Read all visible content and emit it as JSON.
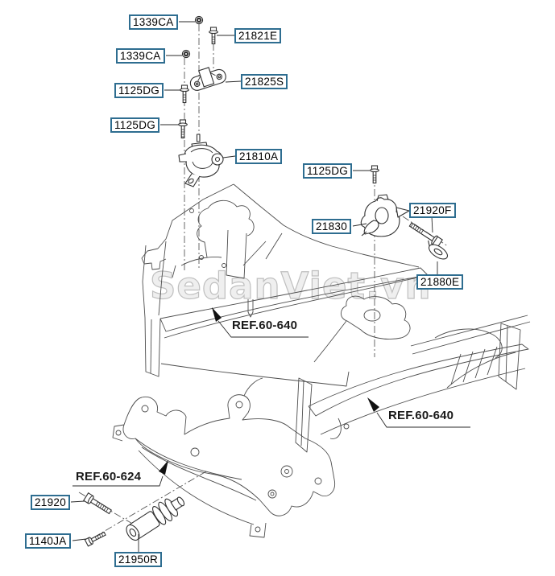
{
  "watermark": "SedanViet.vn",
  "colors": {
    "label_border": "#2e6d90",
    "label_text": "#000000",
    "line_art": "#4d4d4d",
    "part_line": "#303030",
    "watermark_gray": "#bfbfbf"
  },
  "labels": {
    "l1339ca_top": "1339CA",
    "l21821e": "21821E",
    "l1339ca_mid": "1339CA",
    "l1125dg_a": "1125DG",
    "l21825s": "21825S",
    "l1125dg_b": "1125DG",
    "l21810a": "21810A",
    "l1125dg_c": "1125DG",
    "l21920f": "21920F",
    "l21830": "21830",
    "l21880e": "21880E",
    "ref_60_640_left": "REF.60-640",
    "ref_60_640_right": "REF.60-640",
    "ref_60_624": "REF.60-624",
    "l21920": "21920",
    "l1140ja": "1140JA",
    "l21950r": "21950R"
  }
}
